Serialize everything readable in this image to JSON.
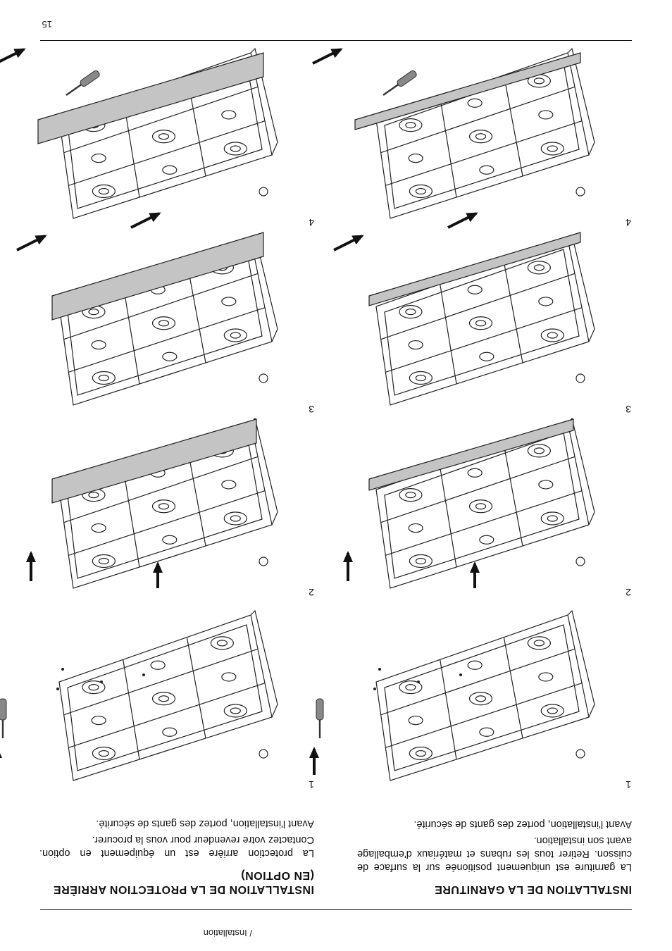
{
  "header": {
    "breadcrumb": "/ Installation"
  },
  "footer": {
    "page_number": "15"
  },
  "sections": [
    {
      "title": "INSTALLATION DE LA GARNITURE",
      "paragraphs": [
        "La garniture est uniquement positionée sur la surface de cuisson. Retirer tous les rubans et matériaux d'emballage avant son installation.",
        "Avant l'installation, portez des gants de sécurité."
      ],
      "steps": [
        "1",
        "2",
        "3",
        "4"
      ]
    },
    {
      "title": "INSTALLATION DE LA PROTECTION ARRIÈRE (EN OPTION)",
      "paragraphs": [
        "La protection arrière est un équipement en option. Contactez votre revendeur pour vous la procurer.",
        "Avant l'installation, portez des gants de sécurité."
      ],
      "steps": [
        "1",
        "2",
        "3",
        "4"
      ]
    }
  ]
}
